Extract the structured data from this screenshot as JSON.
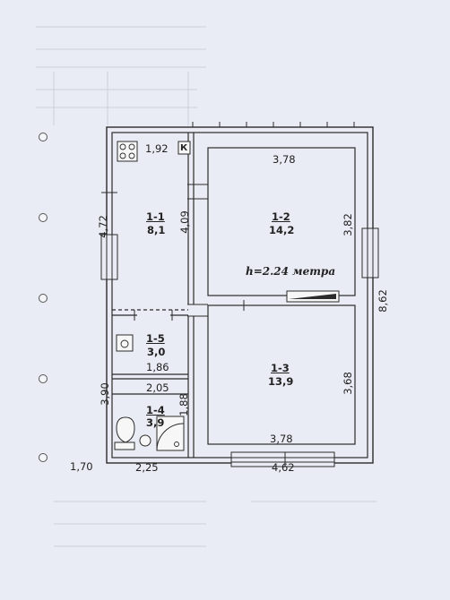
{
  "plan": {
    "ceiling_height": "h=2.24 метра",
    "dimensions": {
      "kitchen_top": "1,92",
      "kitchen_side": "4,72",
      "kitchen_inner": "4,09",
      "room12_top": "3,78",
      "room12_side": "3,82",
      "right_total": "8,62",
      "left_total": "3,90",
      "bath_top": "1,86",
      "wc_top": "2,05",
      "wc_side": "1,88",
      "room13_bottom": "3,78",
      "room13_side": "3,68",
      "bottom_left": "1,70",
      "bottom_mid": "2,25",
      "bottom_right": "4,62"
    },
    "rooms": [
      {
        "code": "1-1",
        "area": "8,1"
      },
      {
        "code": "1-2",
        "area": "14,2"
      },
      {
        "code": "1-5",
        "area": "3,0"
      },
      {
        "code": "1-3",
        "area": "13,9"
      },
      {
        "code": "1-4",
        "area": "3,9"
      }
    ],
    "boiler_mark": "К"
  },
  "binder_holes": 5,
  "colors": {
    "paper": "#e9ecf4",
    "wall": "#2b2b2b",
    "hole": "#f4f5f8"
  }
}
